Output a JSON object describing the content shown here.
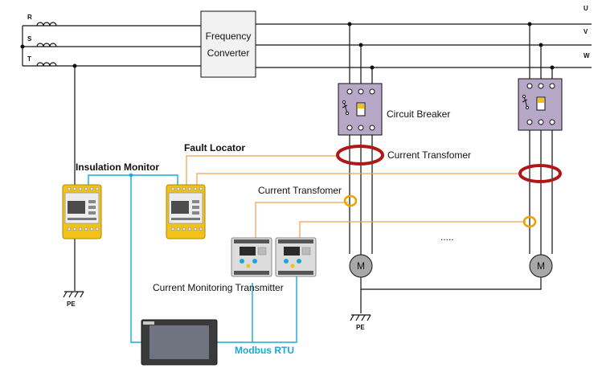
{
  "phases_in": [
    "R",
    "S",
    "T"
  ],
  "phases_out": [
    "U",
    "V",
    "W"
  ],
  "converter": {
    "line1": "Frequency",
    "line2": "Converter"
  },
  "labels": {
    "circuit_breaker": "Circuit Breaker",
    "current_transformer_main": "Current Transfomer",
    "current_transformer_small": "Current Transfomer",
    "fault_locator": "Fault Locator",
    "insulation_monitor": "Insulation Monitor",
    "current_monitoring_transmitter": "Current Monitoring Transmitter",
    "modbus": "Modbus RTU",
    "ellipsis": ".....",
    "pe_left": "PE",
    "pe_right": "PE",
    "motor_1": "M",
    "motor_2": "M"
  },
  "colors": {
    "wire": "#111111",
    "ct_large": "#b01818",
    "ct_small": "#f0a000",
    "signal": "#f0a050",
    "modbus": "#19a8d8",
    "breaker": "#b8a8c8",
    "device_yellow": "#f2c316",
    "motor": "#a8a8a8"
  }
}
